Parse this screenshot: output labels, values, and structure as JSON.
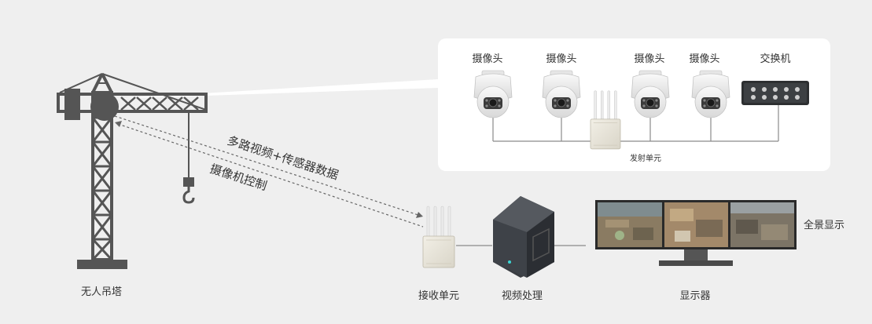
{
  "labels": {
    "tower_crane": "无人吊塔",
    "cameras": [
      "摄像头",
      "摄像头",
      "摄像头",
      "摄像头"
    ],
    "switch": "交换机",
    "transmitter": "发射单元",
    "receiver": "接收单元",
    "video_processing": "视频处理",
    "monitor": "显示器",
    "panorama": "全景显示",
    "uplink": "多路视频+传感器数据",
    "downlink": "摄像机控制"
  },
  "colors": {
    "background": "#efefef",
    "panel": "#ffffff",
    "crane": "#555555",
    "device": "#e9e6dc",
    "server": "#3a3d42",
    "line": "#9a9a9a"
  }
}
